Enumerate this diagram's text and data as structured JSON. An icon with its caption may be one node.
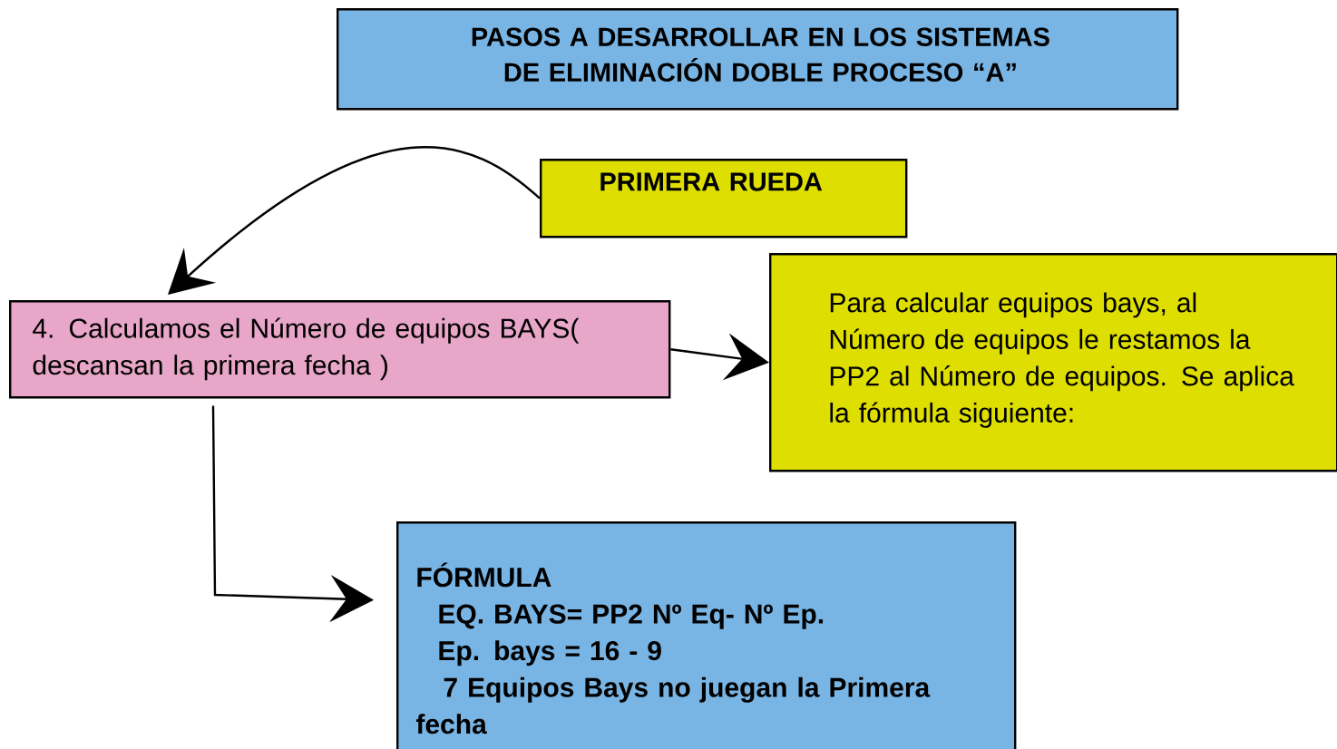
{
  "diagram": {
    "nodes": [
      {
        "text": [
          "PASOS A DESARROLLAR EN LOS SISTEMAS DE ELIMINACIÓN DOBLE PROCESO “A”"
        ]
      },
      {
        "text": [
          "PRIMERA RUEDA"
        ]
      },
      {
        "text": [
          "4. Calculamos el Número  de equipos BAYS( descansan la primera fecha )"
        ]
      },
      {
        "text": [
          "Para calcular equipos bays, al Número de equipos  le restamos la PP2 al Número de equipos. Se aplica la fórmula siguiente:"
        ]
      },
      {
        "text": [
          "FÓRMULA",
          "EQ. BAYS= PP2 Nº Eq- Nº Ep.",
          "Ep. bays = 16 - 9",
          "7 Equipos Bays no juegan la Primera fecha"
        ]
      }
    ],
    "edges": [
      {
        "from": 1,
        "to": 2,
        "arrow": "to"
      },
      {
        "from": 2,
        "to": 3,
        "arrow": "to"
      },
      {
        "from": 2,
        "to": 4,
        "arrow": "to"
      }
    ]
  }
}
